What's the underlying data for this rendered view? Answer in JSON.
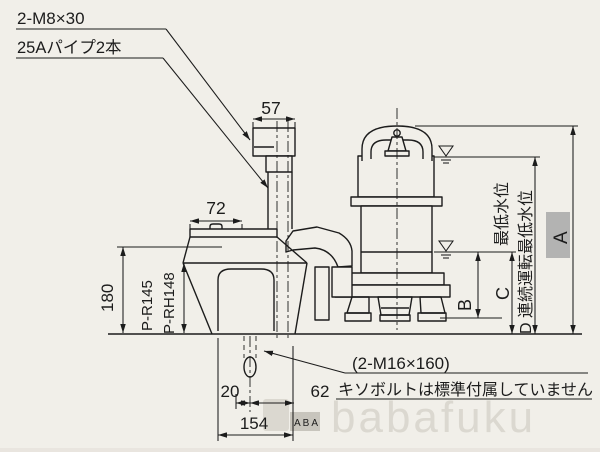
{
  "callouts": {
    "bolt_top": "2-M8×30",
    "pipes": "25Aパイプ2本",
    "anchor_bolt": "(2-M16×160)",
    "anchor_note": "キソボルトは標準付属していません"
  },
  "dimensions": {
    "cap_width": "57",
    "fitting_width": "72",
    "stand_height": "180",
    "model_height_1": "P-R145",
    "model_height_2": "P-RH148",
    "bolt_offset": "20",
    "bolt_to_edge": "62",
    "base_width": "154",
    "total_height": "A",
    "bottom_clearance": "B",
    "min_level_dim": "C",
    "min_level_label": "最低水位",
    "continuous_level_dim": "D 連続運転最低水位"
  },
  "watermark": {
    "logo": "ABA",
    "name": "babafuku"
  },
  "colors": {
    "line": "#1c1c1c",
    "paper": "#f1efe9",
    "highlight_a": "#b3b3b2",
    "watermark": "#dbd8d0"
  }
}
